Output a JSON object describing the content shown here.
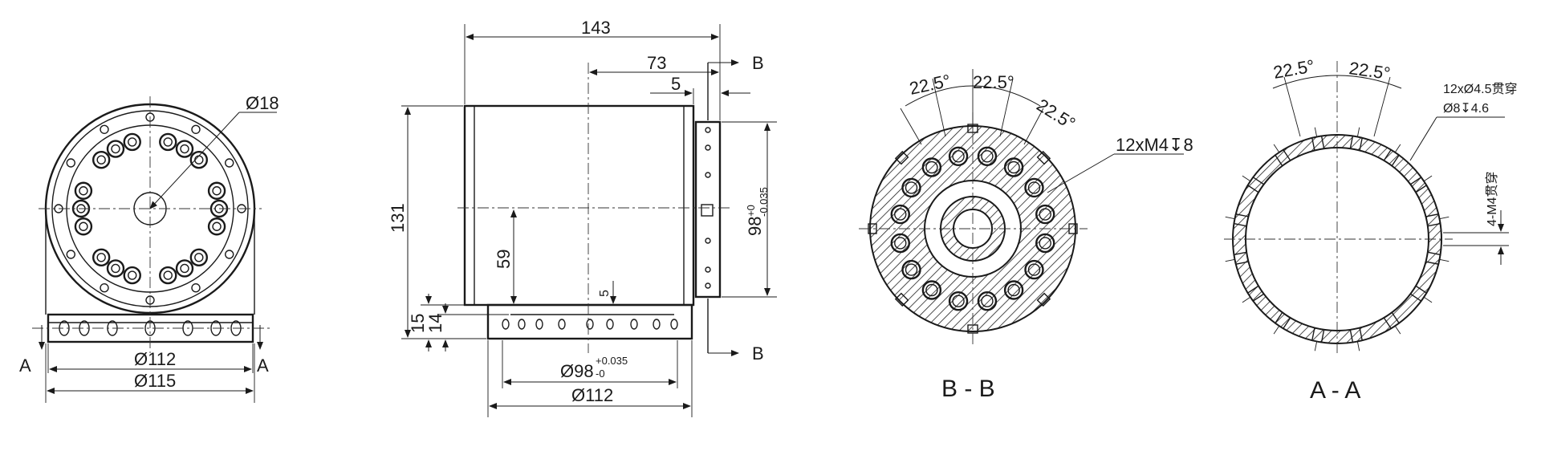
{
  "front_view": {
    "hole_dia": "Ø18",
    "dia_inner": "Ø112",
    "dia_outer": "Ø115",
    "cut_left": "A",
    "cut_right": "A"
  },
  "side_view": {
    "length_total": "143",
    "length_mid": "73",
    "length_small": "5",
    "height_total": "131",
    "height_59": "59",
    "height_15": "15",
    "height_14": "14",
    "base_gap": "5",
    "flange_tol_dia": "98",
    "flange_tol_upper": "+0",
    "flange_tol_lower": "-0.035",
    "base_dia": "Ø98",
    "base_tol_upper": "+0.035",
    "base_tol_lower": "-0",
    "base_dia_112": "Ø112",
    "cut_top": "B",
    "cut_bottom": "B"
  },
  "section_bb": {
    "angle_1": "22.5°",
    "angle_2": "22.5°",
    "angle_3": "22.5°",
    "thread_note": "12xM4↧8",
    "title": "B - B"
  },
  "section_aa": {
    "angle_1": "22.5°",
    "angle_2": "22.5°",
    "hole_note_line1": "12xØ4.5贯穿",
    "hole_note_line2": "Ø8↧4.6",
    "side_note": "4-M4贯穿",
    "title": "A - A"
  },
  "colors": {
    "ink": "#1a1a1a",
    "background": "#ffffff"
  }
}
